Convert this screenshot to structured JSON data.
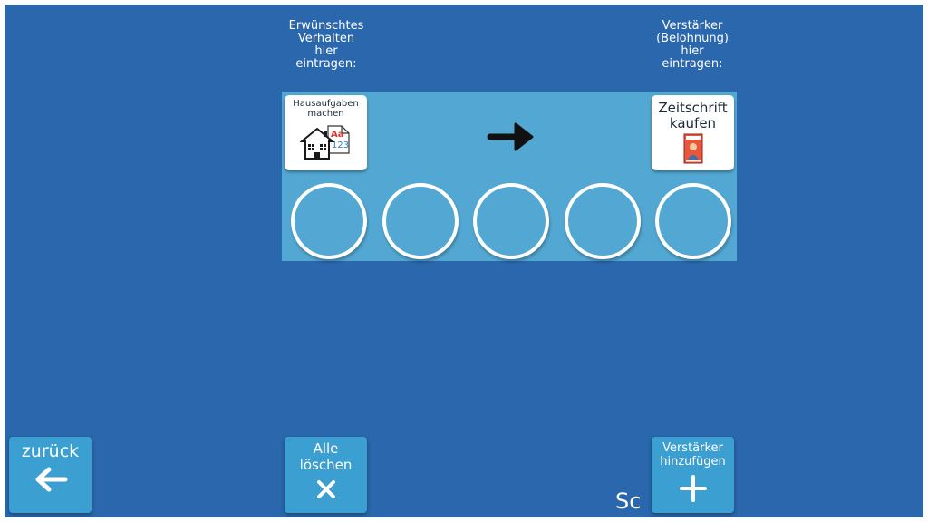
{
  "labels": {
    "behavior_header": "Erwünschtes\nVerhalten\nhier\neintragen:",
    "reward_header": "Verstärker\n(Belohnung)\nhier\neintragen:"
  },
  "behavior_card": {
    "label": "Hausaufgaben\nmachen",
    "icon": "house-homework-icon"
  },
  "reward_card": {
    "label": "Zeitschrift\nkaufen",
    "icon": "magazine-icon"
  },
  "arrow_icon": "arrow-right-icon",
  "tokens": {
    "count": 5,
    "filled": 0
  },
  "buttons": {
    "back": {
      "label": "zurück",
      "icon": "arrow-left-icon"
    },
    "clear_all": {
      "label": "Alle\nlöschen",
      "icon": "close-icon"
    },
    "add_reward": {
      "label": "Verstärker\nhinzufügen",
      "icon": "plus-icon"
    }
  },
  "stray_text": "Sc",
  "colors": {
    "background": "#2b67ad",
    "panel": "#53a8d3",
    "button": "#3c9fd2",
    "card": "#ffffff"
  }
}
